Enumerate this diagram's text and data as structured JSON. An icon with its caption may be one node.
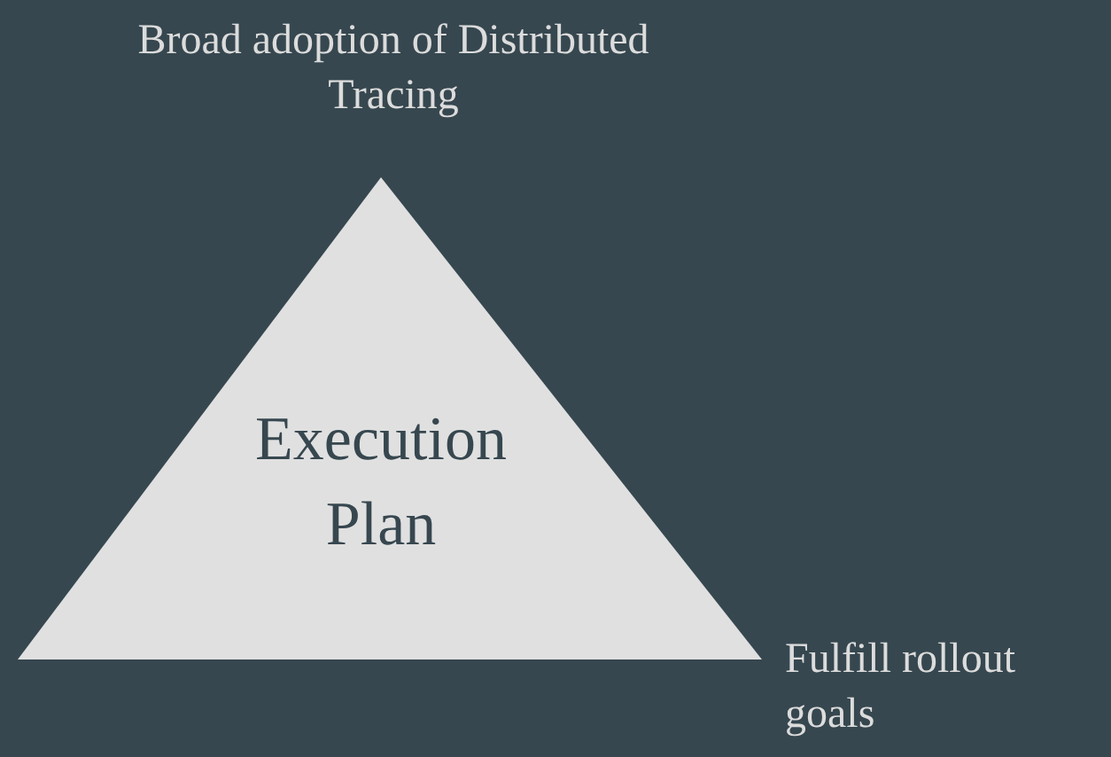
{
  "diagram": {
    "nodes": [
      {
        "text": [
          "Execution Plan"
        ]
      }
    ],
    "labels": [
      "Broad adoption of Distributed Tracing",
      "Fulfill rollout goals"
    ]
  }
}
